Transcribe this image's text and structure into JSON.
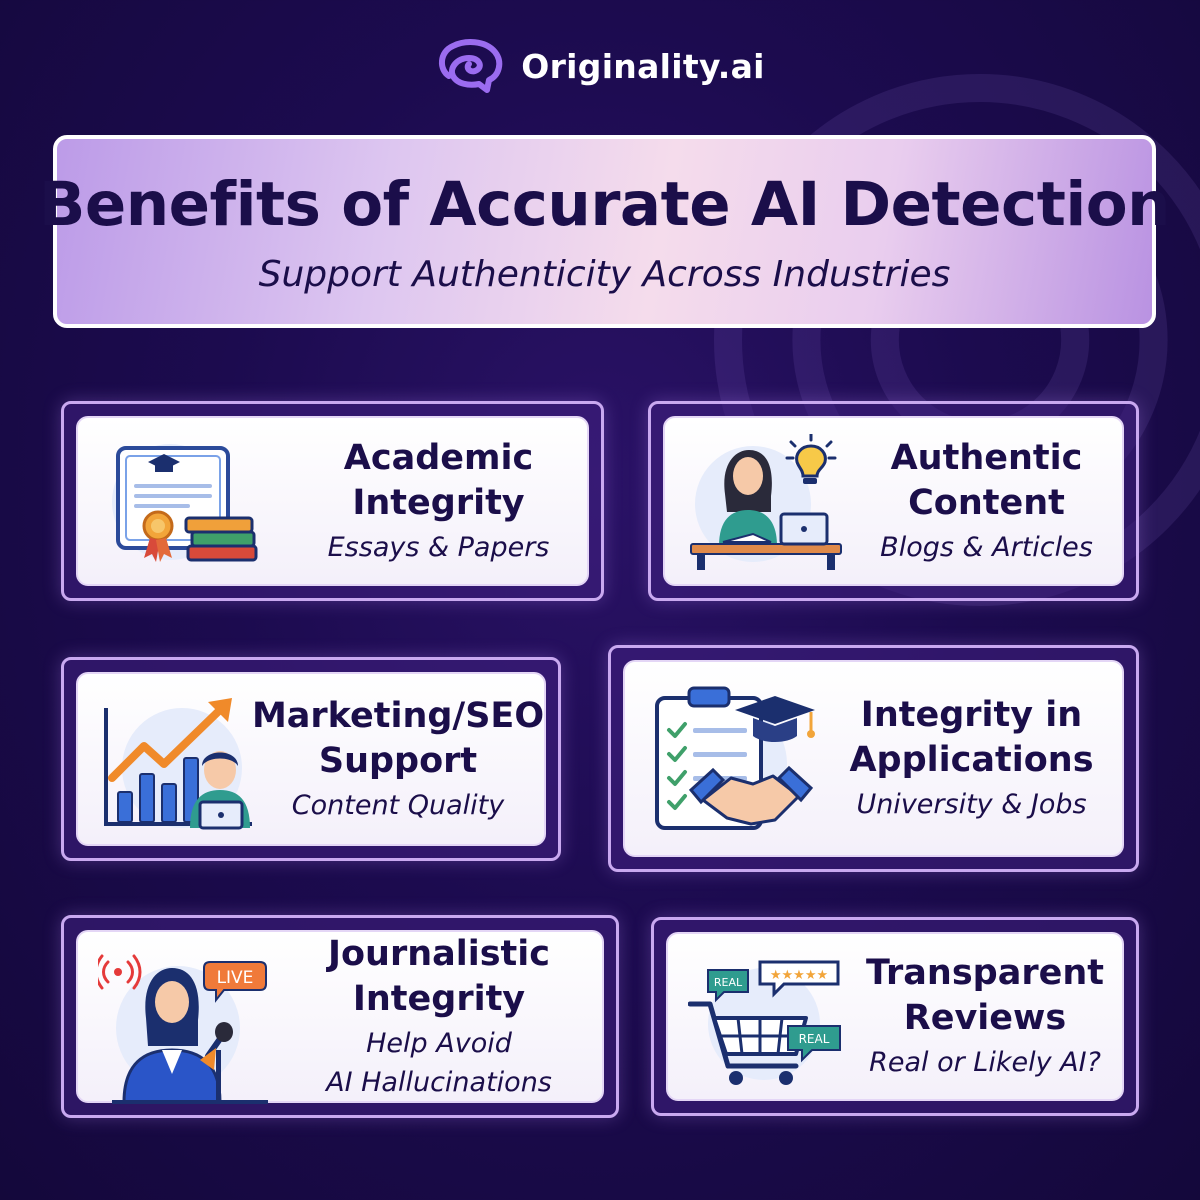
{
  "brand": {
    "name": "Originality.ai",
    "logo_icon": "brain-swirl-icon"
  },
  "banner": {
    "title": "Benefits of Accurate AI Detection",
    "subtitle": "Support Authenticity Across Industries"
  },
  "cards": [
    {
      "title_lines": [
        "Academic",
        "Integrity"
      ],
      "subtitle_lines": [
        "Essays & Papers"
      ],
      "icon": "diploma-books-icon"
    },
    {
      "title_lines": [
        "Authentic",
        "Content"
      ],
      "subtitle_lines": [
        "Blogs & Articles"
      ],
      "icon": "writer-laptop-icon"
    },
    {
      "title_lines": [
        "Marketing/SEO",
        "Support"
      ],
      "subtitle_lines": [
        "Content Quality"
      ],
      "icon": "growth-chart-icon"
    },
    {
      "title_lines": [
        "Integrity in",
        "Applications"
      ],
      "subtitle_lines": [
        "University & Jobs"
      ],
      "icon": "clipboard-handshake-icon"
    },
    {
      "title_lines": [
        "Journalistic",
        "Integrity"
      ],
      "subtitle_lines": [
        "Help Avoid",
        "AI Hallucinations"
      ],
      "icon": "news-reporter-icon",
      "badge": "LIVE"
    },
    {
      "title_lines": [
        "Transparent",
        "Reviews"
      ],
      "subtitle_lines": [
        "Real or Likely AI?"
      ],
      "icon": "cart-reviews-icon",
      "badge": "REAL",
      "rating": "★★★★★"
    }
  ],
  "colors": {
    "background": "#1c0b4f",
    "text": "#1b0e4a",
    "accent": "#9b6cf0",
    "frame": "#c9a9f0"
  }
}
